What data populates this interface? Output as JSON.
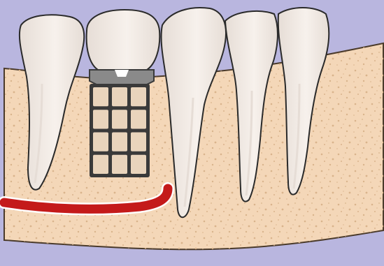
{
  "scene": {
    "subject": "dental-implant-illustration",
    "teeth_count": 4,
    "implant_cells": {
      "rows": 4,
      "cols": 3
    }
  },
  "colors": {
    "background": "#b9b6df",
    "bone": "#f4d7b8",
    "bone_outline": "#4a3a2a",
    "bone_speckle": "#d9b48c",
    "tooth": "#f7f1ec",
    "tooth_shadow": "#e6ddd6",
    "tooth_outline": "#2a2a2a",
    "implant_frame": "#3a3a3a",
    "implant_cell": "#e9d4bc",
    "abutment": "#8a8a8a",
    "nerve": "#c41a1a",
    "nerve_edge": "#ffffff"
  },
  "icons": [
    "tooth-icon",
    "implant-icon",
    "nerve-canal-icon",
    "jaw-bone-icon"
  ]
}
